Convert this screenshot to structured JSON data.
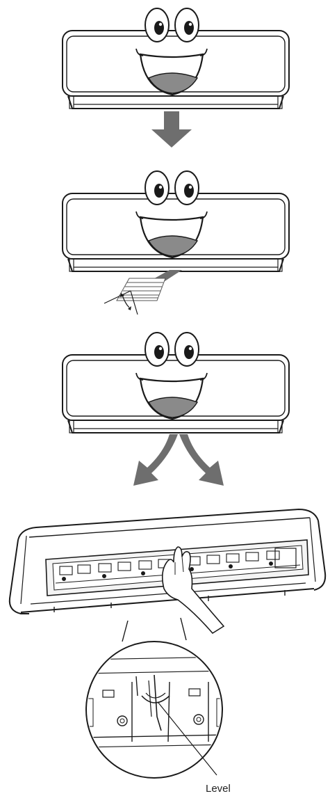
{
  "callout": {
    "label": "Level"
  },
  "colors": {
    "line": "#1a1a1a",
    "arrow": "#6e6e6e",
    "mouth_inner": "#8a8a8a",
    "background": "#ffffff"
  },
  "panels": [
    {
      "name": "unit-airflow-down",
      "icon": "down-arrow-icon"
    },
    {
      "name": "unit-airflow-angled",
      "icon": "angle-arrow-icon"
    },
    {
      "name": "unit-airflow-split",
      "icon": "split-arrow-icon"
    },
    {
      "name": "unit-louver-adjustment",
      "icon": "hand-icon"
    }
  ]
}
